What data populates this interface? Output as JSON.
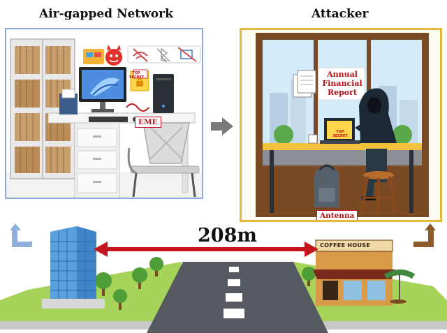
{
  "left_panel": {
    "title": "Air-gapped Network",
    "eme_label": "EME",
    "secret_note": [
      "TOP",
      "SECRET"
    ],
    "icons": [
      "folder-icon",
      "devil-icon",
      "no-wifi-icon",
      "no-bluetooth-icon",
      "no-network-icon"
    ]
  },
  "right_panel": {
    "title": "Attacker",
    "report_label": [
      "Annual",
      "Financial",
      "Report"
    ],
    "antenna_label": "Antenna",
    "laptop_note": [
      "TOP",
      "SECRET"
    ]
  },
  "bottom": {
    "distance": "208m",
    "shop_sign": "COFFEE HOUSE"
  },
  "colors": {
    "left_border": "#8fa8d8",
    "right_border": "#e6b93a",
    "arrow_red": "#c4141c",
    "left_return_arrow": "#8fb0dd",
    "right_return_arrow": "#8a5a2b",
    "center_arrow": "#7a7a7a"
  }
}
